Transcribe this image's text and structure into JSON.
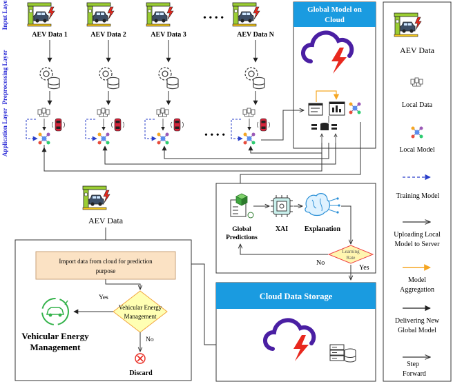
{
  "layers": {
    "input": "Input Layer",
    "preprocessing": "Preprocessing Layer",
    "application": "Application Layer"
  },
  "aev_labels": [
    "AEV Data 1",
    "AEV Data 2",
    "AEV Data 3",
    "AEV Data N"
  ],
  "ellipsis": "• • • •",
  "global_model": {
    "title_line1": "Global Model on",
    "title_line2": "Cloud"
  },
  "xai_box": {
    "global_line1": "Global",
    "global_line2": "Predictions",
    "xai": "XAI",
    "explanation": "Explanation",
    "learning_line1": "Learning",
    "learning_line2": "Rate",
    "no": "No",
    "yes": "Yes"
  },
  "cloud_storage": {
    "title": "Cloud Data Storage"
  },
  "aev_data_center": "AEV Data",
  "prediction": {
    "import_line1": "Import data from cloud for prediction",
    "import_line2": "purpose",
    "yes": "Yes",
    "no": "No",
    "decision_line1": "Vehicular Energy",
    "decision_line2": "Management",
    "result_line1": "Vehicular Energy",
    "result_line2": "Management",
    "discard": "Discard"
  },
  "legend": {
    "aev_data": "AEV Data",
    "local_data": "Local Data",
    "local_model": "Local Model",
    "training_model": "Training Model",
    "uploading_line1": "Uploading Local",
    "uploading_line2": "Model to Server",
    "aggregation_line1": "Model",
    "aggregation_line2": "Aggregation",
    "delivering_line1": "Delivering New",
    "delivering_line2": "Global Model",
    "step_line1": "Step",
    "step_line2": "Forward"
  },
  "colors": {
    "layer_label": "#2b2bd6",
    "cloud_header": "#1a9be0",
    "cloud_purple": "#4a1fa3",
    "bolt_red": "#e8281e",
    "aggregation_orange": "#f5a623",
    "import_box": "#fbe2c4",
    "decision_fill": "#ffffb3",
    "decision_stroke": "#f2a33c",
    "learning_fill": "#fff6b0",
    "learning_stroke": "#ef3e3e",
    "charger_green": "#9acd32",
    "car_red": "#d6233a"
  }
}
